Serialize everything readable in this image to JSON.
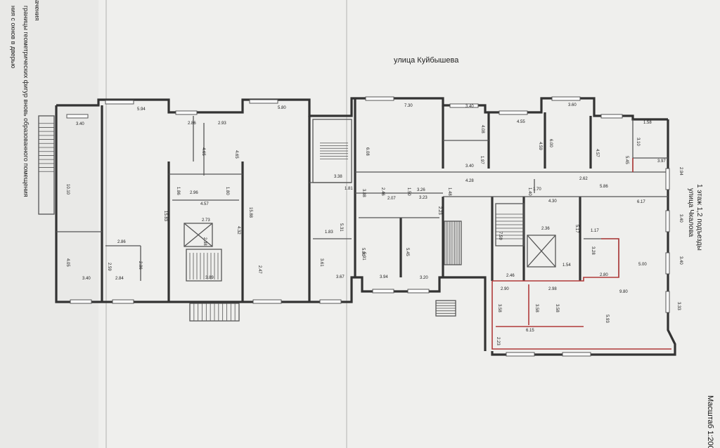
{
  "document": {
    "street_top": "улица Куйбышева",
    "street_right": "улица Чкалова",
    "floor_caption": "1 этаж  1,2 подъезды",
    "scale": "Масштаб 1:200",
    "margin_notes": [
      "границы геометрических фигур вновь образованного помещения",
      "ния с окнов в дверью",
      "ачения"
    ]
  },
  "dimensions": [
    {
      "t": "3.40"
    },
    {
      "t": "5.94"
    },
    {
      "t": "2.86"
    },
    {
      "t": "2.93"
    },
    {
      "t": "5.80"
    },
    {
      "t": "7.30"
    },
    {
      "t": "3.40"
    },
    {
      "t": "4.55"
    },
    {
      "t": "3.60"
    },
    {
      "t": "4.65"
    },
    {
      "t": "4.65"
    },
    {
      "t": "6.08"
    },
    {
      "t": "4.08"
    },
    {
      "t": "4.59"
    },
    {
      "t": "6.00"
    },
    {
      "t": "4.57"
    },
    {
      "t": "1.58"
    },
    {
      "t": "3.10"
    },
    {
      "t": "5.45"
    },
    {
      "t": "3.97"
    },
    {
      "t": "2.94"
    },
    {
      "t": "10.10"
    },
    {
      "t": "1.97"
    },
    {
      "t": "3.40"
    },
    {
      "t": "3.38"
    },
    {
      "t": "2.62"
    },
    {
      "t": "1.86"
    },
    {
      "t": "2.96"
    },
    {
      "t": "1.80"
    },
    {
      "t": "15.83"
    },
    {
      "t": "15.88"
    },
    {
      "t": "1.81"
    },
    {
      "t": "3.88"
    },
    {
      "t": "2.46"
    },
    {
      "t": "1.50"
    },
    {
      "t": "3.26"
    },
    {
      "t": "1.48"
    },
    {
      "t": "4.28"
    },
    {
      "t": "1.40"
    },
    {
      "t": "1.70"
    },
    {
      "t": "5.86"
    },
    {
      "t": "2.07"
    },
    {
      "t": "3.23"
    },
    {
      "t": "6.17"
    },
    {
      "t": "4.57"
    },
    {
      "t": "4.30"
    },
    {
      "t": "2.23"
    },
    {
      "t": "2.73"
    },
    {
      "t": "2.36"
    },
    {
      "t": "4.32"
    },
    {
      "t": "5.31"
    },
    {
      "t": "7.59"
    },
    {
      "t": "5.17"
    },
    {
      "t": "3.40"
    },
    {
      "t": "2.38"
    },
    {
      "t": "1.83"
    },
    {
      "t": "1.17"
    },
    {
      "t": "2.86"
    },
    {
      "t": "5.81"
    },
    {
      "t": "5.45"
    },
    {
      "t": "3.28"
    },
    {
      "t": "3.40"
    },
    {
      "t": "4.05"
    },
    {
      "t": "2.59"
    },
    {
      "t": "2.86"
    },
    {
      "t": "2.47"
    },
    {
      "t": "3.61"
    },
    {
      "t": "5.91"
    },
    {
      "t": "1.54"
    },
    {
      "t": "5.00"
    },
    {
      "t": "3.40"
    },
    {
      "t": "2.84"
    },
    {
      "t": "3.89"
    },
    {
      "t": "3.67"
    },
    {
      "t": "3.94"
    },
    {
      "t": "3.20"
    },
    {
      "t": "2.46"
    },
    {
      "t": "2.80"
    },
    {
      "t": "9.80"
    },
    {
      "t": "2.90"
    },
    {
      "t": "2.98"
    },
    {
      "t": "3.33"
    },
    {
      "t": "3.58"
    },
    {
      "t": "3.58"
    },
    {
      "t": "3.58"
    },
    {
      "t": "5.93"
    },
    {
      "t": "6.15"
    },
    {
      "t": "2.23"
    }
  ]
}
